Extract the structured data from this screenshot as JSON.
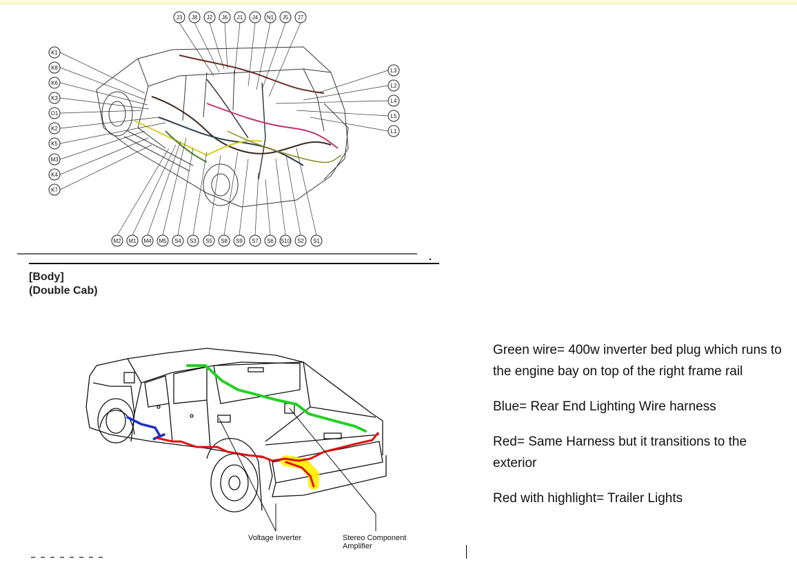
{
  "top_diagram": {
    "callouts_top": [
      "J3",
      "J8",
      "J2",
      "J6",
      "J1",
      "J4",
      "N1",
      "J5",
      "J7"
    ],
    "callouts_left": [
      "K1",
      "K8",
      "K6",
      "K3",
      "O1",
      "K2",
      "K5",
      "M3",
      "K4",
      "K7"
    ],
    "callouts_right": [
      "L3",
      "L2",
      "L4",
      "L5",
      "L1"
    ],
    "callouts_bottom": [
      "M2",
      "M1",
      "M4",
      "M5",
      "S4",
      "S3",
      "S5",
      "S8",
      "S9",
      "S7",
      "S6",
      "S10",
      "S2",
      "S1"
    ]
  },
  "section": {
    "title": "[Body]",
    "subtitle": "(Double Cab)"
  },
  "truck_labels": {
    "inverter": "Voltage Inverter",
    "amplifier_line1": "Stereo Component",
    "amplifier_line2": "Amplifier"
  },
  "notes": [
    "Green wire= 400w inverter bed plug which runs to the engine bay on top of the right frame rail",
    "Blue= Rear End Lighting Wire harness",
    "Red= Same Harness but it transitions to the exterior",
    "Red with highlight= Trailer Lights"
  ],
  "colors": {
    "green_wire": "#22d022",
    "blue_wire": "#1c2fd0",
    "red_wire": "#e01010",
    "highlight": "#ffee00"
  }
}
